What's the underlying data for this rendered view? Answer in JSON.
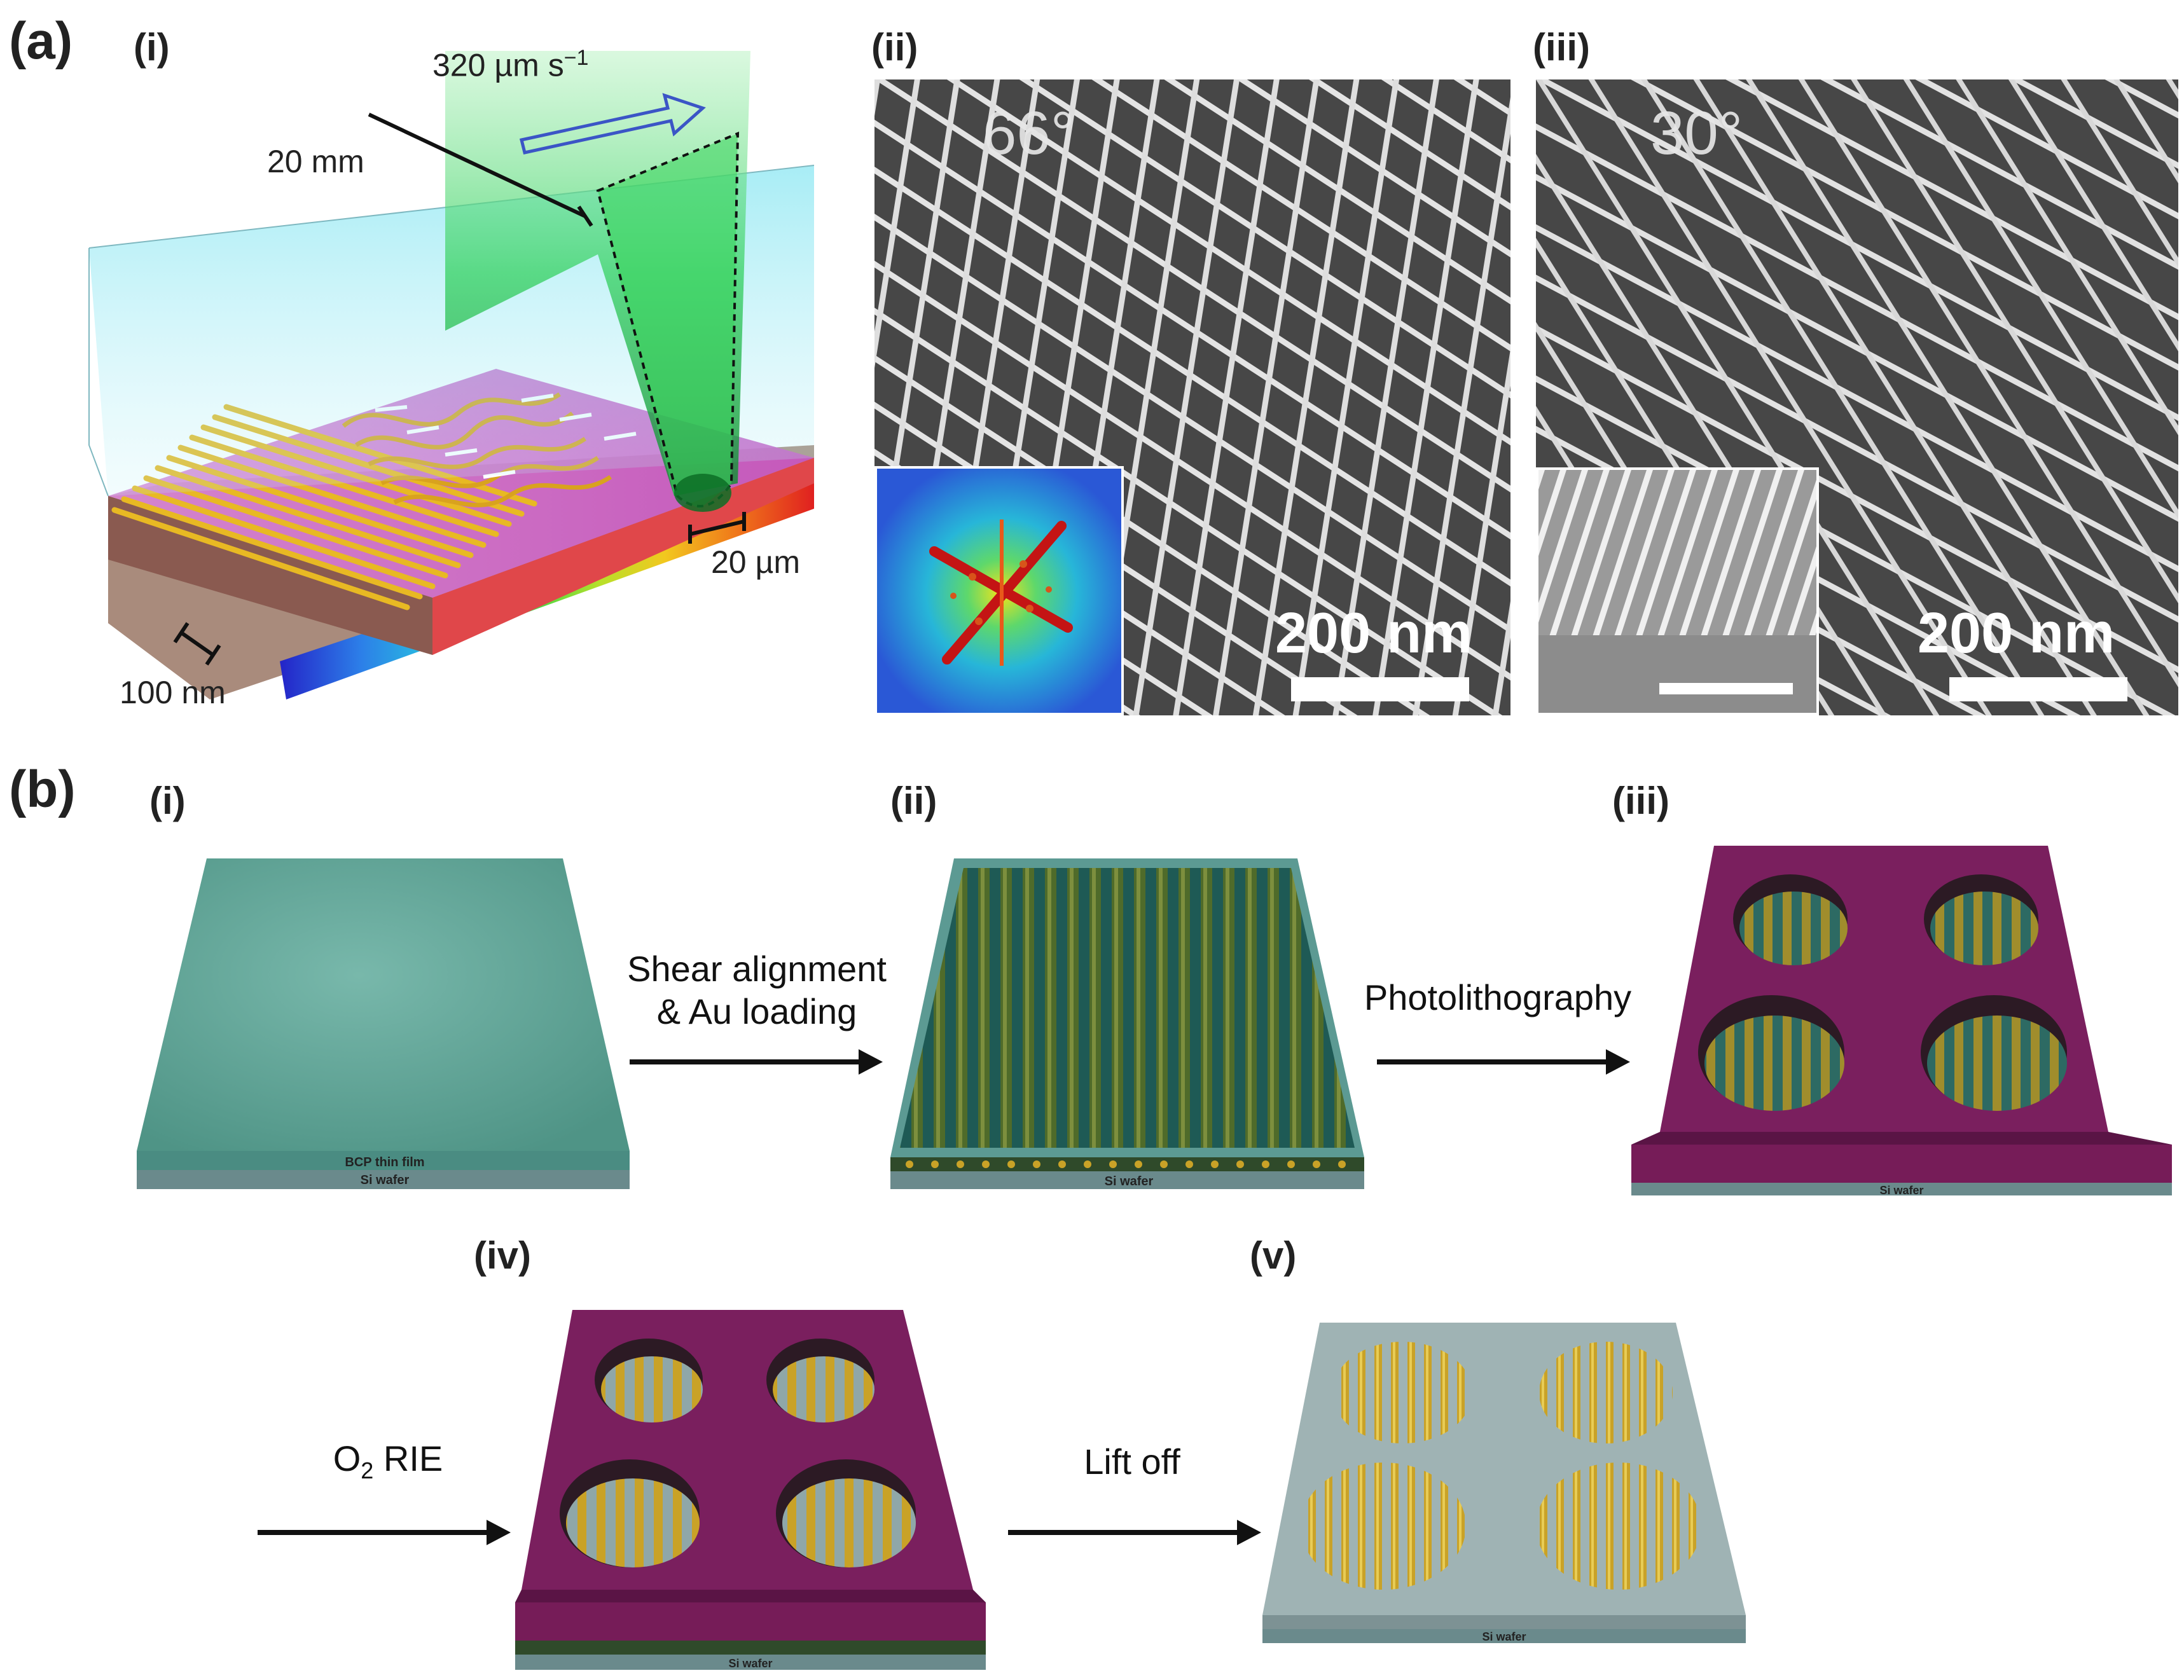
{
  "panel_a": {
    "letter": "(a)",
    "sub_i": "(i)",
    "sub_ii": "(ii)",
    "sub_iii": "(iii)",
    "speed_value": "320",
    "speed_unit": "µm s",
    "speed_exp": "−1",
    "distance": "20 mm",
    "beam_width": "20 µm",
    "period": "100 nm",
    "angle_ii": "66°",
    "angle_iii": "30°",
    "scale_ii": "200 nm",
    "scale_iii": "200 nm"
  },
  "panel_b": {
    "letter": "(b)",
    "sub_i": "(i)",
    "sub_ii": "(ii)",
    "sub_iii": "(iii)",
    "sub_iv": "(iv)",
    "sub_v": "(v)",
    "step1_line1": "Shear alignment",
    "step1_line2": "& Au loading",
    "step2": "Photolithography",
    "step3_main": "O",
    "step3_sub": "2",
    "step3_rest": " RIE",
    "step4": "Lift off",
    "bcp_label": "BCP thin film",
    "wafer_label": "Si wafer"
  },
  "colors": {
    "bcp_film": "#5fa89a",
    "photoresist": "#7a1f5e",
    "gold": "#c9a227",
    "wafer": "#9fb3b4",
    "laser": "#2ed54c",
    "solvent_box": "#4fd3e6"
  }
}
